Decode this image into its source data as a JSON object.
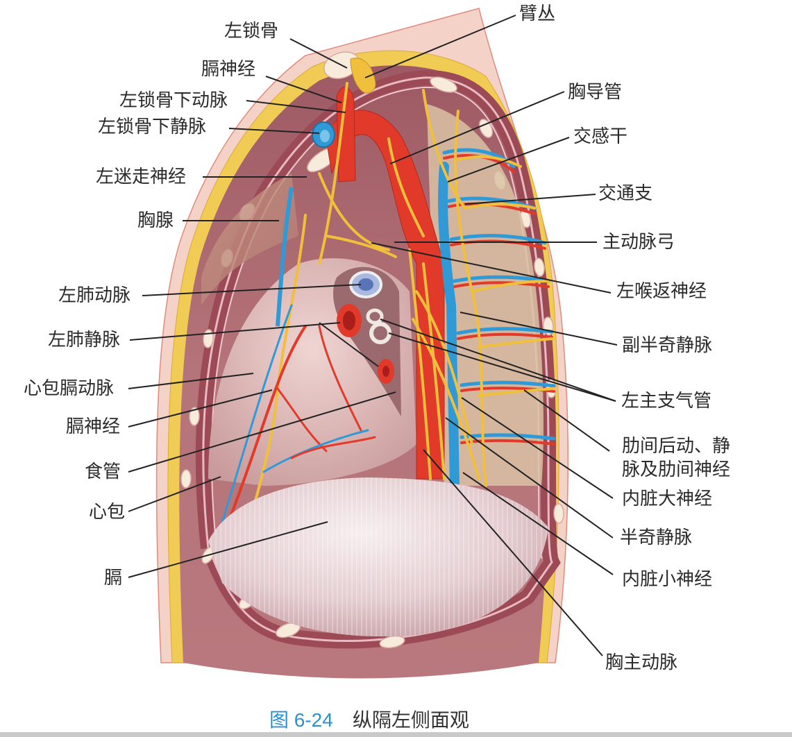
{
  "figure": {
    "caption_number": "图 6-24",
    "caption_title": "纵隔左侧面观",
    "colors": {
      "caption_blue": "#2b8fd0",
      "skin": "#f3cfc4",
      "fat": "#f2cf5a",
      "muscle": "#a8606a",
      "artery": "#e23a2a",
      "vein": "#2f9ad6",
      "nerve": "#f0bf3c",
      "diaphragm": "#ecdfe0",
      "rib_bone": "#f6ecd9"
    }
  },
  "labels_left": [
    {
      "id": "left-clavicle",
      "text": "左锁骨"
    },
    {
      "id": "phrenic-nerve-upper",
      "text": "膈神经"
    },
    {
      "id": "left-subclavian-artery",
      "text": "左锁骨下动脉"
    },
    {
      "id": "left-subclavian-vein",
      "text": "左锁骨下静脉"
    },
    {
      "id": "left-vagus-nerve",
      "text": "左迷走神经"
    },
    {
      "id": "thymus",
      "text": "胸腺"
    },
    {
      "id": "left-pulmonary-artery",
      "text": "左肺动脉"
    },
    {
      "id": "left-pulmonary-vein",
      "text": "左肺静脉"
    },
    {
      "id": "pericardiacophrenic-artery",
      "text": "心包膈动脉"
    },
    {
      "id": "phrenic-nerve-lower",
      "text": "膈神经"
    },
    {
      "id": "esophagus",
      "text": "食管"
    },
    {
      "id": "pericardium",
      "text": "心包"
    },
    {
      "id": "diaphragm",
      "text": "膈"
    }
  ],
  "labels_right": [
    {
      "id": "brachial-plexus",
      "text": "臂丛"
    },
    {
      "id": "thoracic-duct",
      "text": "胸导管"
    },
    {
      "id": "sympathetic-trunk",
      "text": "交感干"
    },
    {
      "id": "communicating-branch",
      "text": "交通支"
    },
    {
      "id": "aortic-arch",
      "text": "主动脉弓"
    },
    {
      "id": "left-recurrent-laryngeal-nerve",
      "text": "左喉返神经"
    },
    {
      "id": "accessory-hemiazygos-vein",
      "text": "副半奇静脉"
    },
    {
      "id": "left-main-bronchus",
      "text": "左主支气管"
    },
    {
      "id": "posterior-intercostal-vessels-nerves",
      "text": "肋间后动、静\n脉及肋间神经"
    },
    {
      "id": "greater-splanchnic-nerve",
      "text": "内脏大神经"
    },
    {
      "id": "hemiazygos-vein",
      "text": "半奇静脉"
    },
    {
      "id": "lesser-splanchnic-nerve",
      "text": "内脏小神经"
    },
    {
      "id": "thoracic-aorta",
      "text": "胸主动脉"
    }
  ]
}
